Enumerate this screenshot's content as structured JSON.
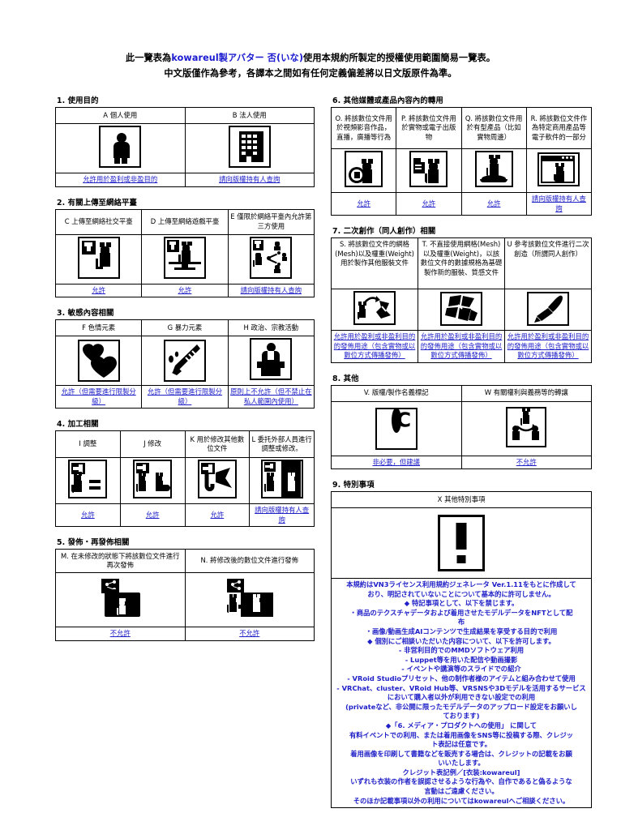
{
  "title": {
    "line1_pre": "此一覽表為",
    "line1_accent": "kowareul製アバター 否(いな)",
    "line1_post": "使用本規約所製定的授權使用範圍簡易一覽表。",
    "line2": "中文版僅作為參考，各譯本之間如有任何定義偏差將以日文版原件為準。"
  },
  "colors": {
    "link_blue": "#2020c8",
    "accent_blue": "#1a1ad0",
    "border": "#000000"
  },
  "sections": {
    "s1": {
      "heading": "1. 使用目的",
      "cells": [
        {
          "head": "A 個人使用",
          "icon": "person-icon",
          "result": "允許用於盈利或非盈目的"
        },
        {
          "head": "B 法人使用",
          "icon": "building-icon",
          "result": "請向版權持有人查詢"
        }
      ]
    },
    "s2": {
      "heading": "2. 有關上傳至網絡平臺",
      "cells": [
        {
          "head": "C 上傳至網絡社交平臺",
          "icon": "upload-cat-icon",
          "result": "允許"
        },
        {
          "head": "D 上傳至網絡遊戲平臺",
          "icon": "upload-monitor-cat-icon",
          "result": "允許"
        },
        {
          "head": "E 僅限於網絡平臺內允許第三方使用",
          "icon": "share-cat-people-icon",
          "result": "請向版權持有人查詢"
        }
      ]
    },
    "s3": {
      "heading": "3. 敏感內容相關",
      "cells": [
        {
          "head": "F 色情元素",
          "icon": "hearts-icon",
          "result": "允許（但需要進行限製分級）"
        },
        {
          "head": "G 暴力元素",
          "icon": "knife-icon",
          "result": "允許（但需要進行限製分級）"
        },
        {
          "head": "H 政治、宗教活動",
          "icon": "podium-speaker-icon",
          "result": "原則上不允許（但不禁止在私人範圍內使用）"
        }
      ]
    },
    "s4": {
      "heading": "4. 加工相關",
      "cells": [
        {
          "head": "I 調整",
          "icon": "adjust-cat-equals-icon",
          "result": "允許"
        },
        {
          "head": "J 修改",
          "icon": "modify-two-cats-icon",
          "result": "允許"
        },
        {
          "head": "K 用於修改其他數位文件",
          "icon": "arrow-cat-tail-icon",
          "result": "允許"
        },
        {
          "head": "L 委托外部人員進行調整或修改。",
          "icon": "outsource-cats-icon",
          "result": "請向版權持有人查詢"
        }
      ]
    },
    "s5": {
      "heading": "5. 發佈・再發佈相關",
      "cells": [
        {
          "head": "M. 在未修改的狀態下將該數位文件進行再次發佈",
          "icon": "share-folder-cat-icon",
          "result": "不允許"
        },
        {
          "head": "N. 將修改後的數位文件進行發佈",
          "icon": "share-cat-arrow-cat-icon",
          "result": "不允許"
        }
      ]
    },
    "s6": {
      "heading": "6. 其他媒體或產品內容內的轉用",
      "cells": [
        {
          "head": "O. 將該數位文件用於視頻影音作品，直播，廣播等行為",
          "icon": "play-cat-icon",
          "result": "允許"
        },
        {
          "head": "P. 將該數位文件用於實物或電子出版物",
          "icon": "document-cat-icon",
          "result": "允許"
        },
        {
          "head": "Q. 將該數位文件用於有型產品（比如實物周邊）",
          "icon": "figure-stand-cat-icon",
          "result": "允許"
        },
        {
          "head": "R. 將該數位文件作為特定商用產品等電子軟件的一部分",
          "icon": "window-cat-icon",
          "result": "請向版權持有人查詢"
        }
      ]
    },
    "s7": {
      "heading": "7. 二次創作（同人創作）相關",
      "cells": [
        {
          "head": "S. 將該數位文件的網格(Mesh)以及權重(Weight)用於製作其他服裝文件",
          "icon": "cat-to-mesh-icon",
          "result": "允許用於盈利或非盈利目的的發佈用途（包含實物或以數位方式傳播發佈）"
        },
        {
          "head": "T. 不直接使用網格(Mesh)以及權重(Weight)，以該數位文件的數據規格為基礎製作新的服裝、質感文件",
          "icon": "mesh-pieces-icon",
          "result": "允許用於盈利或非盈利目的的發佈用途（包含實物或以數位方式傳播發佈）"
        },
        {
          "head": "U 參考該數位文件進行二次創造（所謂同人創作）",
          "icon": "brush-icon",
          "result": "允許用於盈利或非盈利目的的發佈用途（包含實物或以數位方式傳播發佈）"
        }
      ]
    },
    "s8": {
      "heading": "8. 其他",
      "cells": [
        {
          "head": "V. 版權/製作名義標記",
          "icon": "copyright-icon",
          "result": "非必要，但建議"
        },
        {
          "head": "W 有關權利與義務等的轉讓",
          "icon": "transfer-cat-people-icon",
          "result": "不允許"
        }
      ]
    },
    "s9": {
      "heading": "9. 特別事項",
      "head": "X 其他特別事項",
      "icon": "exclamation-icon",
      "lines": [
        "本規約はVN3ライセンス利用規約ジェネレータ Ver.1.11をもとに作成して",
        "おり、明記されていないことについて基本的に許可しません。",
        "◆ 特記事項として、以下を禁じます。",
        "・商品のテクスチャデータおよび着用させたモデルデータをNFTとして配",
        "布",
        "・画像/動画生成AIコンテンツで生成結果を享受する目的で利用",
        "◆ 個別にご相談いただいた内容について、以下を許可します。",
        "- 非営利目的でのMMDソフトウェア利用",
        "- Luppet等を用いた配信や動画撮影",
        "- イベントや講演等のスライドでの紹介",
        "- VRoid Studioプリセット、他の制作者様のアイテムと組み合わせて使用",
        "- VRChat、cluster、VRoid Hub等、VRSNSや3Dモデルを活用するサービス",
        "において購入者以外が利用できない設定での利用",
        "(privateなど、非公開に限ったモデルデータのアップロード設定をお願いし",
        "ております)",
        "◆「6. メディア・プロダクトへの使用」 に関して",
        "有料イベントでの利用、または着用画像をSNS等に投稿する際、クレジッ",
        "ト表記は任意です。",
        "着用画像を印刷して書籍などを販売する場合は、クレジットの記載をお願",
        "いいたします。",
        "クレジット表記例／[衣装:kowareul]",
        "いずれも衣装の作者を誤認させるような行為や、自作であると偽るような",
        "言動はご遠慮ください。",
        "そのほか記載事項以外の利用についてはkowareulへご相談ください。"
      ]
    }
  }
}
